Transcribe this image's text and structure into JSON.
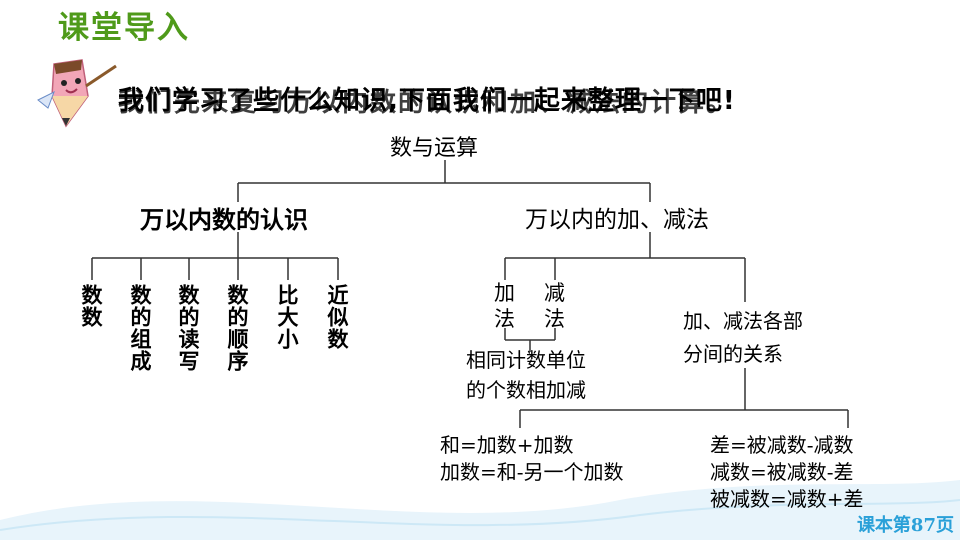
{
  "header": {
    "title": "课堂导入"
  },
  "overlay": {
    "line_a": "我们学习了些什么知识,下面我们一起来整理一下吧!",
    "line_b": "我们先来复习万以内数的认识和加、减法的计算。"
  },
  "tree": {
    "root": "数与运算",
    "left_branch": "万以内数的认识",
    "right_branch": "万以内的加、减法",
    "left_leaves": [
      "数数",
      "数的组成",
      "数的读写",
      "数的顺序",
      "比大小",
      "近似数"
    ],
    "right_leaves": {
      "add": "加法",
      "sub": "减法",
      "rule_line1": "相同计数单位",
      "rule_line2": "的个数相加减",
      "relation_line1": "加、减法各部",
      "relation_line2": "分间的关系"
    },
    "formulas_left": [
      "和=加数+加数",
      "加数=和-另一个加数"
    ],
    "formulas_right": [
      "差=被减数-减数",
      "减数=被减数-差",
      "被减数=减数+差"
    ]
  },
  "footer": {
    "page_label": "课本第87页"
  },
  "colors": {
    "title": "#4f9a1a",
    "page_label": "#2aa0d8"
  }
}
